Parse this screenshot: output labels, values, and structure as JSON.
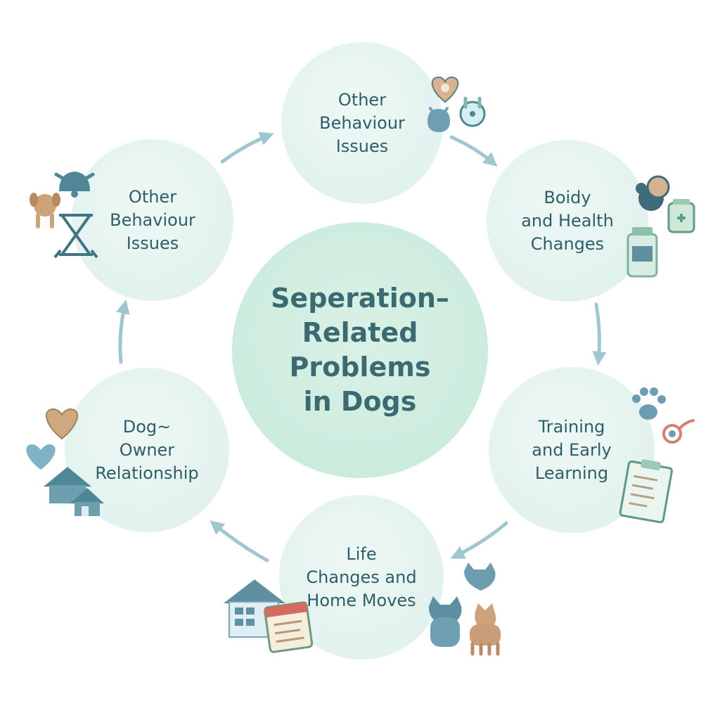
{
  "center": {
    "title": "Seperation–\nRelated\nProblems\nin Dogs"
  },
  "nodes": [
    {
      "label": "Other\nBehaviour\nIssues"
    },
    {
      "label": "Boidy\nand Health\nChanges"
    },
    {
      "label": "Training\nand Early\nLearning"
    },
    {
      "label": "Life\nChanges and\nHome Moves"
    },
    {
      "label": "Dog~\nOwner\nRelationship"
    },
    {
      "label": "Other\nBehaviour\nIssues"
    }
  ],
  "colors": {
    "center_fill": "#c8e9da",
    "node_fill": "#e2f2ee",
    "text": "#2f5e68",
    "arrow": "#9fc7cf",
    "icon_teal": "#4f8796",
    "icon_tan": "#cfa880",
    "icon_green": "#8fc4ad"
  },
  "icons": [
    "heart-icon",
    "alarm-clock-icon",
    "pet-bowl-icon",
    "dog-bust-icon",
    "medicine-jar-icon",
    "pill-bottle-icon",
    "paw-print-icon",
    "leash-icon",
    "clipboard-icon",
    "house-icon",
    "calendar-icon",
    "cat-icon",
    "dog-icon",
    "heart-icon",
    "house-icon",
    "puppy-icon",
    "bell-icon",
    "hourglass-icon"
  ]
}
